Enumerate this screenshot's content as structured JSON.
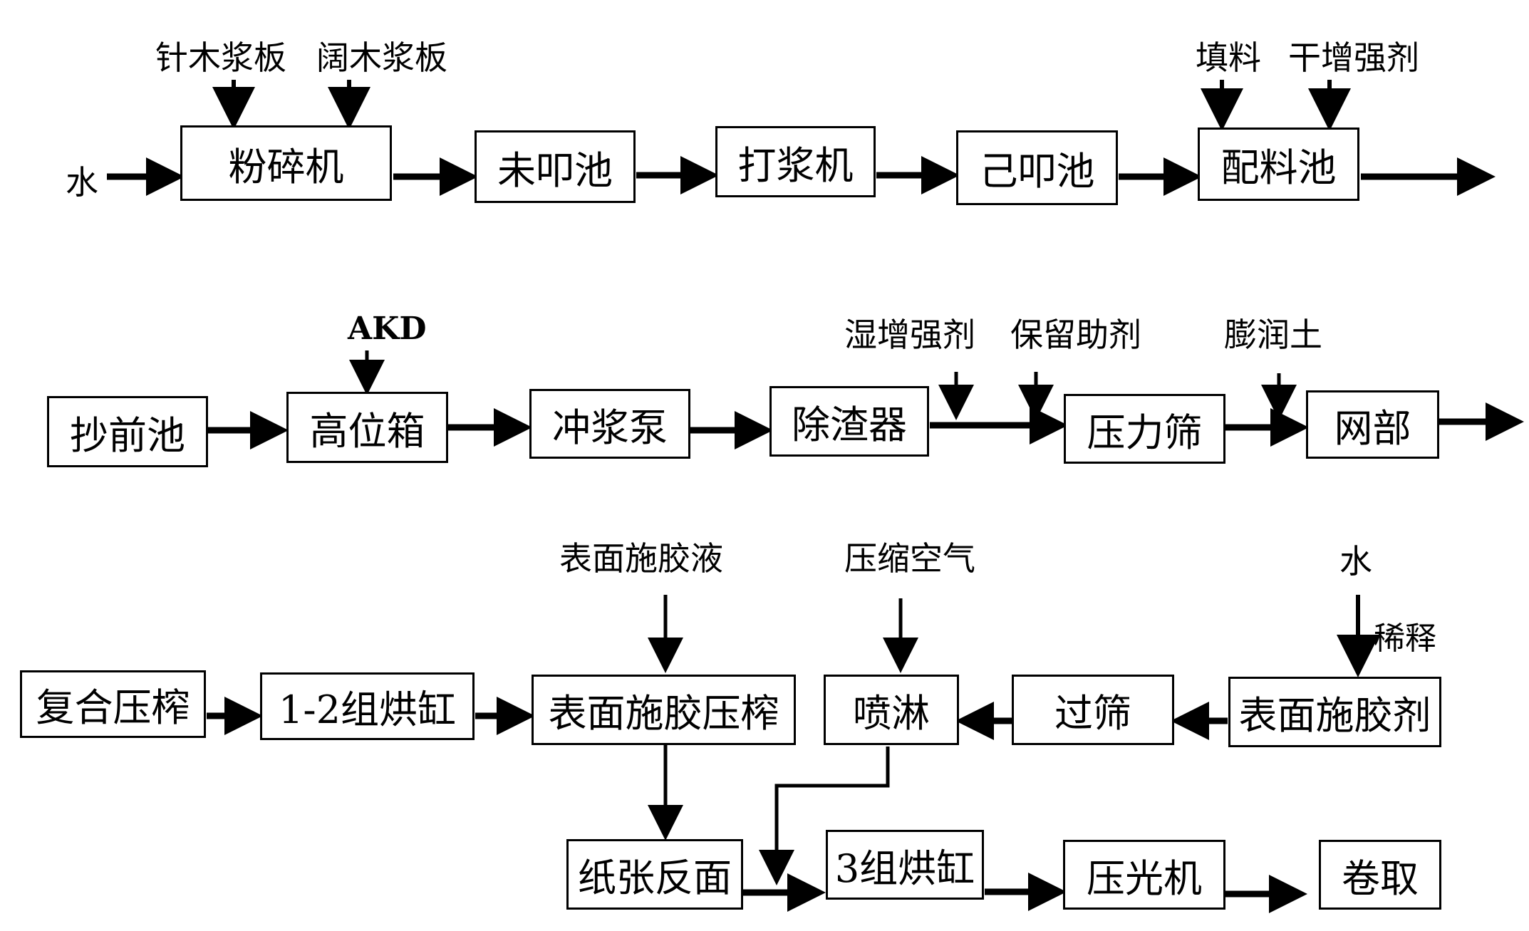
{
  "diagram": {
    "row1": {
      "input_left": "水",
      "inputs_top": [
        "针木浆板",
        "阔木浆板",
        "填料",
        "干增强剂"
      ],
      "boxes": [
        "粉碎机",
        "未叩池",
        "打浆机",
        "己叩池",
        "配料池"
      ]
    },
    "row2": {
      "inputs_top": [
        "AKD",
        "湿增强剂",
        "保留助剂",
        "膨润土"
      ],
      "boxes": [
        "抄前池",
        "高位箱",
        "冲浆泵",
        "除渣器",
        "压力筛",
        "网部"
      ]
    },
    "row3": {
      "inputs_top": [
        "表面施胶液",
        "压缩空气",
        "水"
      ],
      "side_note": "稀释",
      "boxes": [
        "复合压榨",
        "1-2组烘缸",
        "表面施胶压榨",
        "喷淋",
        "过筛",
        "表面施胶剂"
      ]
    },
    "row4": {
      "boxes": [
        "纸张反面",
        "3组烘缸",
        "压光机",
        "卷取"
      ]
    }
  }
}
